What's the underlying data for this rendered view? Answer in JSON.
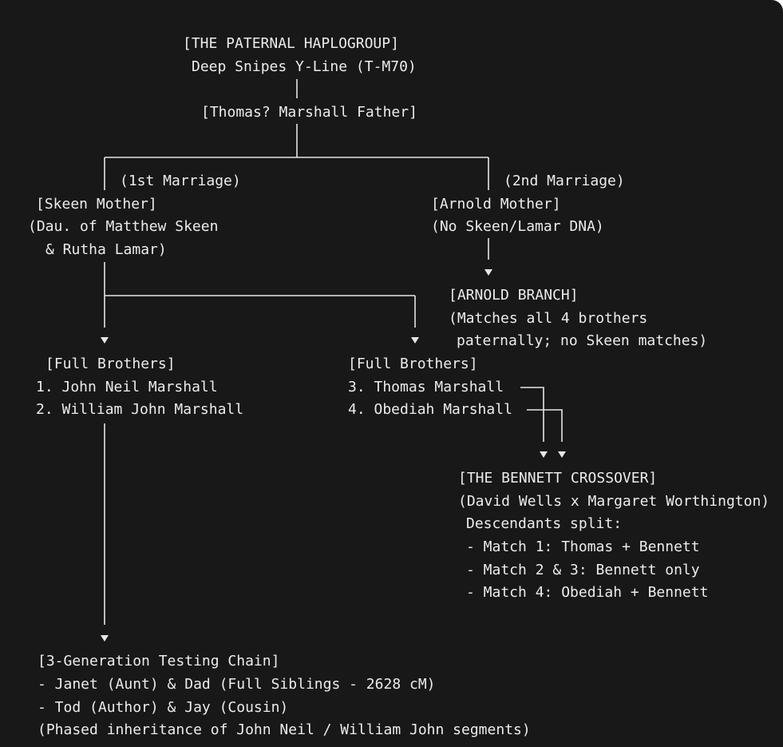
{
  "nodes": {
    "haplogroup": {
      "header": "[THE PATERNAL HAPLOGROUP]",
      "lineage": "Deep Snipes Y-Line (T-M70)"
    },
    "father": {
      "label": "[Thomas? Marshall Father]"
    },
    "first_marriage": {
      "label": "(1st Marriage)"
    },
    "second_marriage": {
      "label": "(2nd Marriage)"
    },
    "skeen_mother": {
      "header": "[Skeen Mother]",
      "line1": "(Dau. of Matthew Skeen",
      "line2": "& Rutha Lamar)"
    },
    "arnold_mother": {
      "header": "[Arnold Mother]",
      "line1": "(No Skeen/Lamar DNA)"
    },
    "arnold_branch": {
      "header": "[ARNOLD BRANCH]",
      "line1": "(Matches all 4 brothers",
      "line2": "paternally; no Skeen matches)"
    },
    "full_brothers_a": {
      "header": "[Full Brothers]",
      "line1": "1. John Neil Marshall",
      "line2": "2. William John Marshall"
    },
    "full_brothers_b": {
      "header": "[Full Brothers]",
      "line1": "3. Thomas Marshall",
      "line2": "4. Obediah Marshall"
    },
    "bennett": {
      "header": "[THE BENNETT CROSSOVER]",
      "line1": "(David Wells x Margaret Worthington)",
      "line2": "Descendants split:",
      "match1": "- Match 1: Thomas + Bennett",
      "match23": "- Match 2 & 3: Bennett only",
      "match4": "- Match 4: Obediah + Bennett"
    },
    "testing_chain": {
      "header": "[3-Generation Testing Chain]",
      "line1": "- Janet (Aunt) & Dad (Full Siblings - 2628 cM)",
      "line2": "- Tod (Author) & Jay (Cousin)",
      "line3": "(Phased inheritance of John Neil / William John segments)"
    }
  },
  "colors": {
    "background": "#181818",
    "text": "#ececec",
    "connector": "#e6e6e6"
  }
}
